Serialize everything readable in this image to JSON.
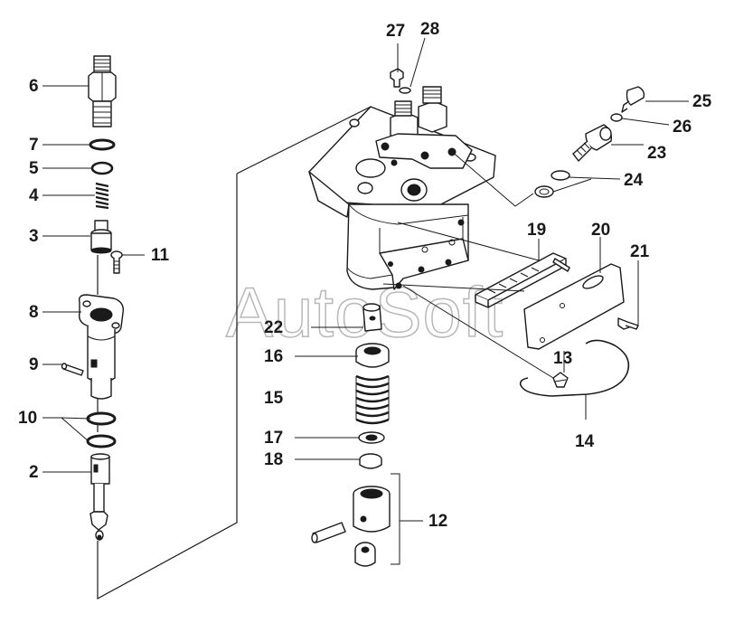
{
  "watermark": "AutoSoft",
  "callouts": {
    "c2": "2",
    "c3": "3",
    "c4": "4",
    "c5": "5",
    "c6": "6",
    "c7": "7",
    "c8": "8",
    "c9": "9",
    "c10": "10",
    "c11": "11",
    "c12": "12",
    "c13": "13",
    "c14": "14",
    "c15": "15",
    "c16": "16",
    "c17": "17",
    "c18": "18",
    "c19": "19",
    "c20": "20",
    "c21": "21",
    "c22": "22",
    "c23": "23",
    "c24": "24",
    "c25": "25",
    "c26": "26",
    "c27": "27",
    "c28": "28"
  }
}
